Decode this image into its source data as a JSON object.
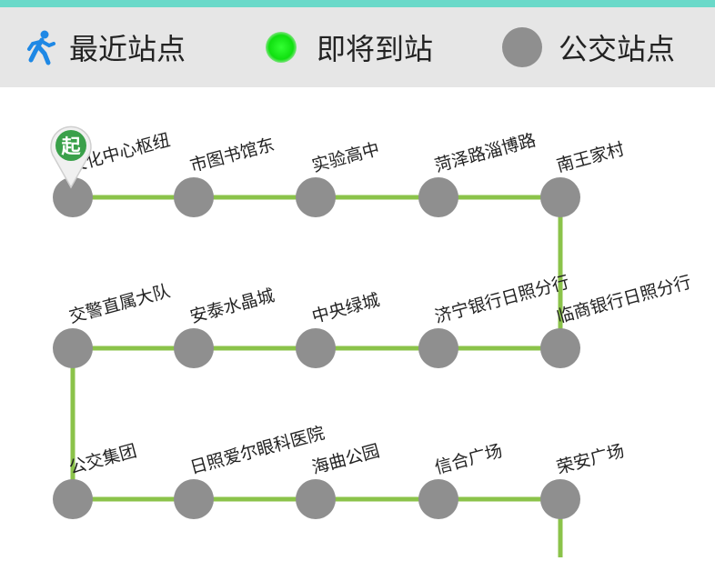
{
  "legend": {
    "recent_label": "最近站点",
    "arriving_label": "即将到站",
    "stop_label": "公交站点",
    "icons": {
      "recent": "walking-person-icon",
      "arriving": "green-dot-icon",
      "stop": "gray-dot-icon"
    },
    "colors": {
      "recent": "#1e88e5",
      "arriving": "#22ee22",
      "stop": "#8f8f8f"
    }
  },
  "start_marker": {
    "text": "起",
    "icon": "start-pin-icon",
    "color": "#3aa04a"
  },
  "route": {
    "line_color": "#8bc34a",
    "stop_color": "#8f8f8f",
    "stops": [
      "文化中心枢纽",
      "市图书馆东",
      "实验高中",
      "菏泽路淄博路",
      "南王家村",
      "临商银行日照分行",
      "济宁银行日照分行",
      "中央绿城",
      "安泰水晶城",
      "交警直属大队",
      "公交集团",
      "日照爱尔眼科医院",
      "海曲公园",
      "信合广场",
      "荣安广场"
    ]
  }
}
